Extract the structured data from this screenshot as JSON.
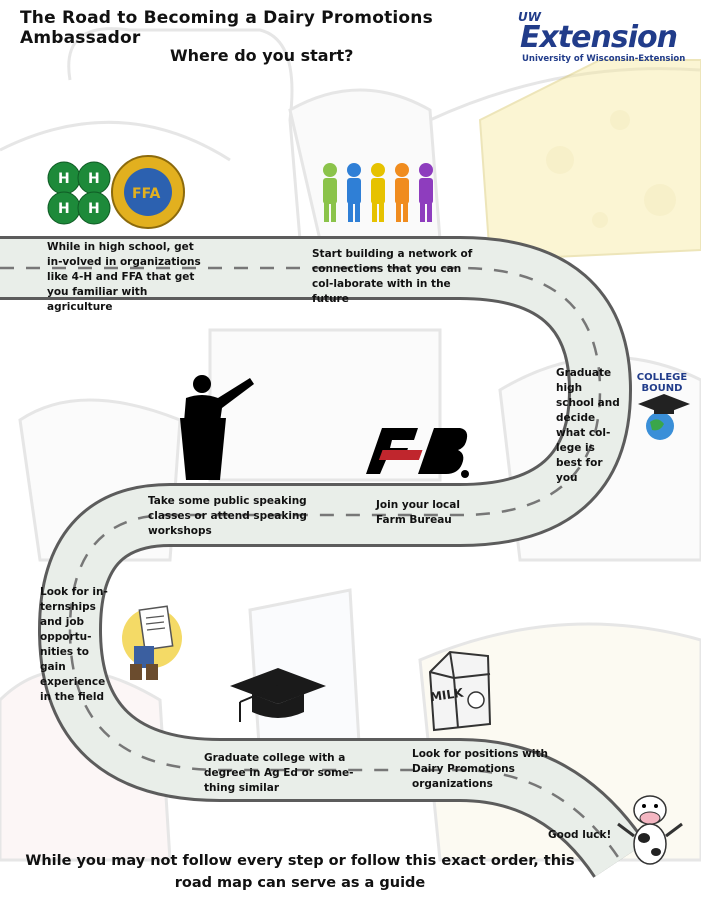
{
  "header": {
    "title": "The Road to Becoming a Dairy Promotions Ambassador",
    "subtitle": "Where do you start?"
  },
  "logo": {
    "top_text": "UW",
    "main_text": "Extension",
    "sub_text": "University of Wisconsin-Extension",
    "color": "#213c8a"
  },
  "steps": [
    {
      "text": "While in high school, get in-volved in organizations like 4-H and FFA that get you familiar with agriculture"
    },
    {
      "text": "Start building a network of connections that you can col-laborate with in the future"
    },
    {
      "text": "Graduate high school and decide what col-lege is best for you"
    },
    {
      "text": "Take some public speaking classes or attend speaking workshops"
    },
    {
      "text": "Join your local Farm Bureau"
    },
    {
      "text": "Look for in-ternships and job opportu-nities to gain experience in the field"
    },
    {
      "text": "Graduate college with a degree in Ag Ed or some-thing similar"
    },
    {
      "text": "Look for positions with Dairy Promotions organizations"
    },
    {
      "text": "Good luck!"
    }
  ],
  "icons": {
    "clover": "four-h-clover-icon",
    "ffa": "ffa-emblem-icon",
    "people": "people-network-icon",
    "college": "college-bound-icon",
    "speaker": "speaker-podium-icon",
    "farm_bureau": "farm-bureau-logo-icon",
    "intern": "job-seeker-icon",
    "grad_cap": "graduation-cap-icon",
    "milk": "milk-carton-icon",
    "cow": "cow-icon"
  },
  "badges": {
    "college_text": "COLLEGE BOUND",
    "milk_text": "MILK"
  },
  "colors": {
    "road": "#e9eee9",
    "road_edge": "#5c5c5c",
    "dash": "#777777",
    "clover_green": "#1d8a3a",
    "ffa_gold": "#e2b01f",
    "farm_bureau_red": "#c0262d"
  },
  "footer": {
    "line1": "While you may not follow every step or follow this exact order, this",
    "line2": "road map can serve as a guide"
  }
}
